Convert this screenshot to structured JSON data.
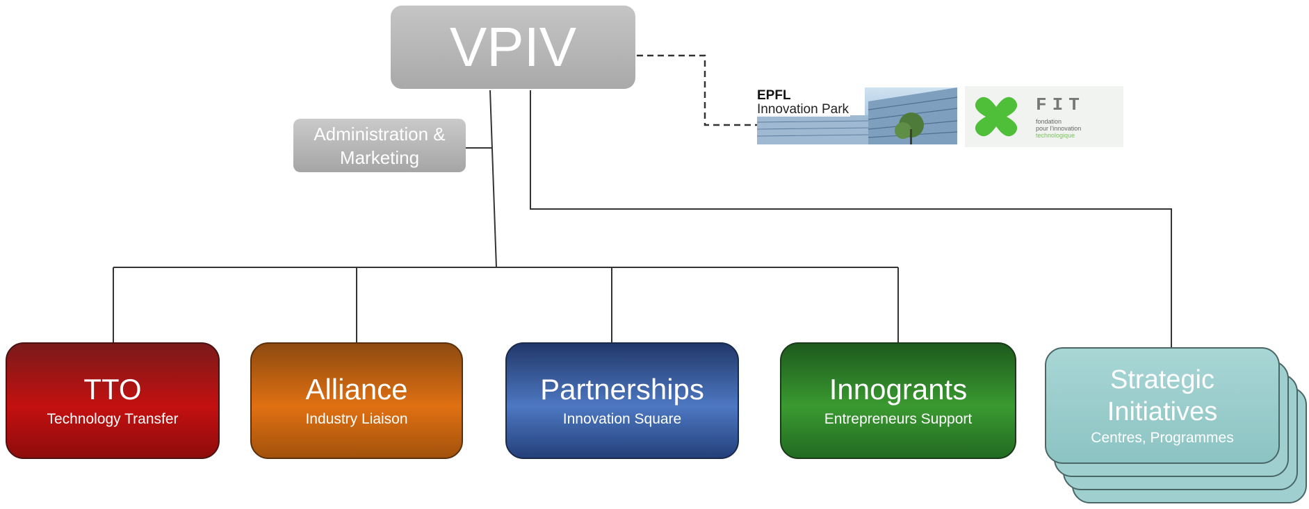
{
  "title": "VPIV",
  "admin": {
    "label": "Administration & Marketing"
  },
  "partners": {
    "epfl": {
      "brand": "EPFL",
      "sub": "Innovation Park"
    },
    "fit": {
      "brand": "FIT",
      "lines": [
        "fondation",
        "pour l'innovation",
        "technologique"
      ]
    }
  },
  "units": [
    {
      "id": "tto",
      "title": "TTO",
      "subtitle": "Technology Transfer"
    },
    {
      "id": "alliance",
      "title": "Alliance",
      "subtitle": "Industry Liaison"
    },
    {
      "id": "partnerships",
      "title": "Partnerships",
      "subtitle": "Innovation Square"
    },
    {
      "id": "innogrants",
      "title": "Innogrants",
      "subtitle": "Entrepreneurs Support"
    }
  ],
  "strategic": {
    "title_line1": "Strategic",
    "title_line2": "Initiatives",
    "subtitle": "Centres, Programmes"
  },
  "colors": {
    "tto": "#c41010",
    "alliance": "#e07012",
    "partnerships": "#4d78c2",
    "innogrants": "#3a9a30",
    "strategic": "#9fd0cf",
    "vpiv": "#b5b5b5"
  }
}
